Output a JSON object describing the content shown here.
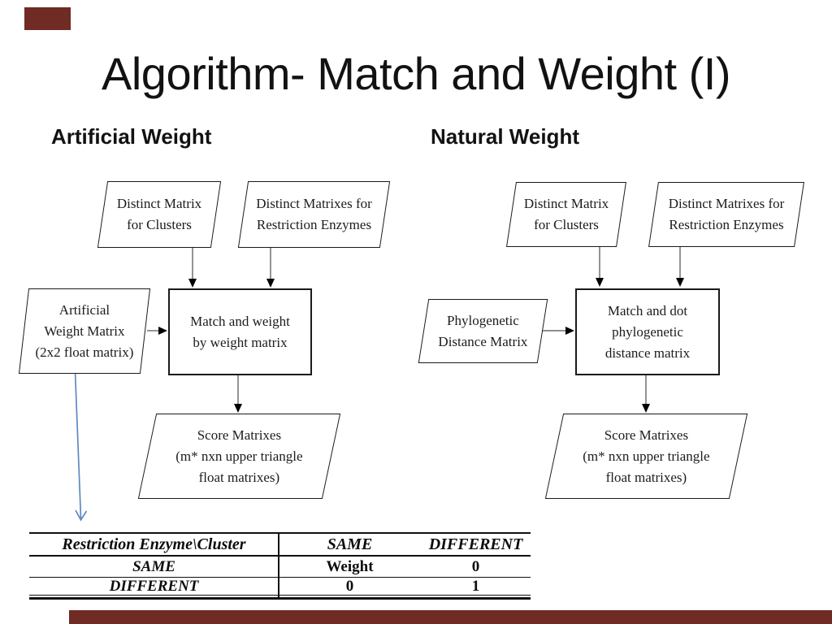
{
  "slide": {
    "title": "Algorithm- Match and Weight (I)"
  },
  "sections": {
    "artificial": {
      "heading": "Artificial Weight",
      "nodes": {
        "clusters": {
          "lines": [
            "Distinct Matrix",
            "for Clusters"
          ]
        },
        "enzymes": {
          "lines": [
            "Distinct Matrixes for",
            "Restriction Enzymes"
          ]
        },
        "input": {
          "lines": [
            "Artificial",
            "Weight Matrix",
            "(2x2 float matrix)"
          ]
        },
        "process": {
          "lines": [
            "Match and weight",
            "by weight matrix"
          ]
        },
        "output": {
          "lines": [
            "Score Matrixes",
            "(m* nxn upper triangle",
            "float matrixes)"
          ]
        }
      }
    },
    "natural": {
      "heading": "Natural Weight",
      "nodes": {
        "clusters": {
          "lines": [
            "Distinct Matrix",
            "for Clusters"
          ]
        },
        "enzymes": {
          "lines": [
            "Distinct Matrixes for",
            "Restriction Enzymes"
          ]
        },
        "input": {
          "lines": [
            "Phylogenetic",
            "Distance Matrix"
          ]
        },
        "process": {
          "lines": [
            "Match and dot",
            "phylogenetic",
            "distance matrix"
          ]
        },
        "output": {
          "lines": [
            "Score Matrixes",
            "(m* nxn upper triangle",
            "float matrixes)"
          ]
        }
      }
    }
  },
  "weight_table": {
    "header": {
      "col1": "Restriction Enzyme\\Cluster",
      "col2": "SAME",
      "col3": "DIFFERENT"
    },
    "rows": [
      {
        "label": "SAME",
        "same": "Weight",
        "different": "0"
      },
      {
        "label": "DIFFERENT",
        "same": "0",
        "different": "1"
      }
    ]
  },
  "colors": {
    "decoration_maroon": "#6F2B24",
    "pointer_blue": "#5E88C4",
    "connector_gray": "#4D4D4D",
    "border_black": "#1A1A1A"
  }
}
